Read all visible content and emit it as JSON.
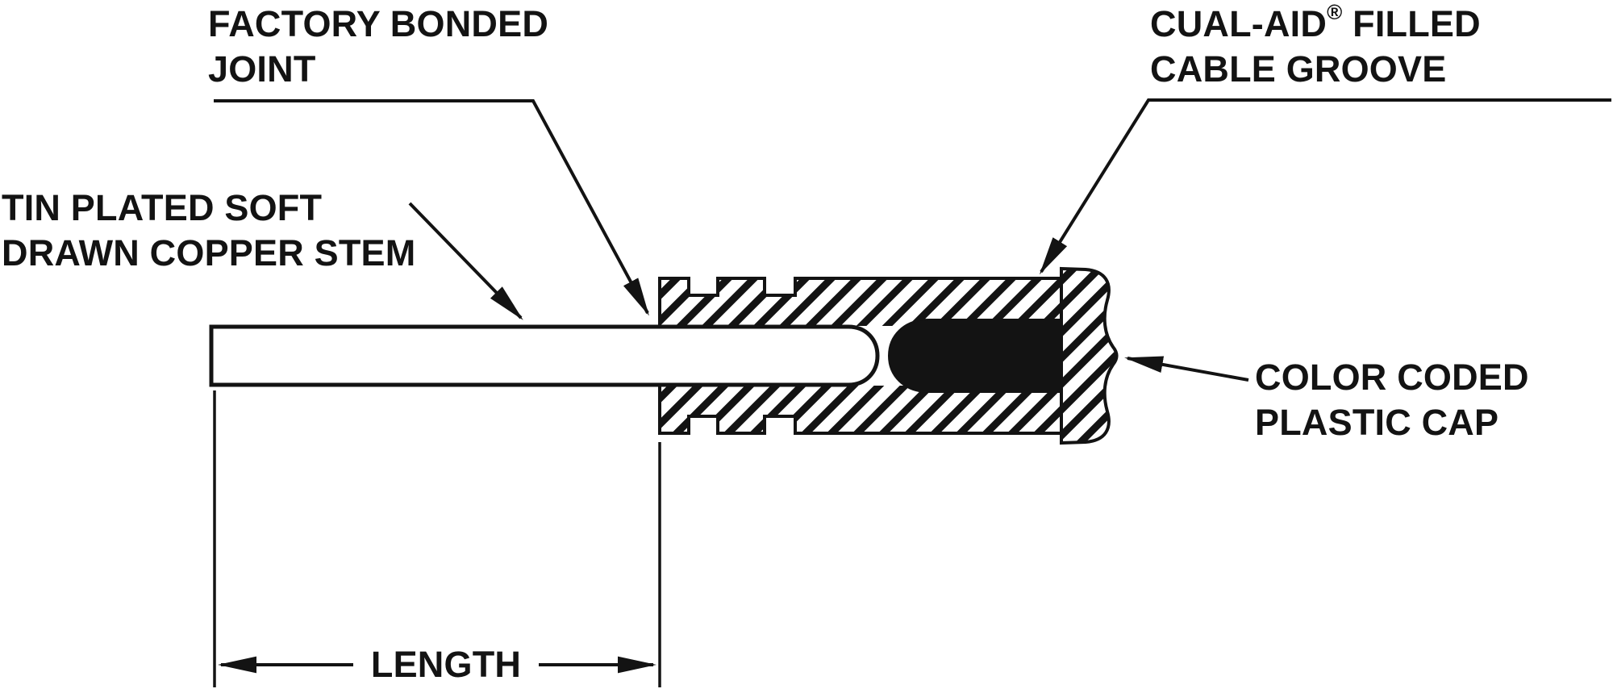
{
  "diagram": {
    "kind": "technical-cross-section",
    "colors": {
      "ink": "#131313",
      "paper": "#ffffff",
      "groove_fill": "#131313"
    },
    "labels": {
      "factory_bonded_joint": {
        "line1": "FACTORY BONDED",
        "line2": "JOINT"
      },
      "cable_groove": {
        "brand": "CUAL-AID",
        "reg_mark": "®",
        "line1_rest": " FILLED",
        "line2": "CABLE GROOVE"
      },
      "copper_stem": {
        "line1": "TIN PLATED SOFT",
        "line2": "DRAWN COPPER STEM"
      },
      "plastic_cap": {
        "line1": "COLOR CODED",
        "line2": "PLASTIC CAP"
      },
      "dimension": {
        "text": "LENGTH"
      }
    }
  }
}
